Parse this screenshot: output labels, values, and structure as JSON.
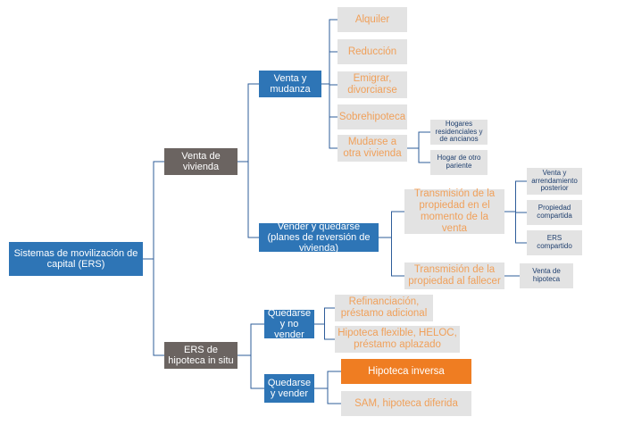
{
  "root": "Sistemas de movilización de capital (ERS)",
  "l1": {
    "venta_vivienda": "Venta de vivienda",
    "ers_hipoteca": "ERS de hipoteca in situ"
  },
  "l2": {
    "venta_mudanza": "Venta y mudanza",
    "vender_quedarse": "Vender y quedarse (planes de reversión de vivienda)",
    "quedarse_no_vender": "Quedarse y no vender",
    "quedarse_vender": "Quedarse y vender"
  },
  "l3": {
    "alquiler": "Alquiler",
    "reduccion": "Reducción",
    "emigrar": "Emigrar, divorciarse",
    "sobrehipoteca": "Sobrehipoteca",
    "mudarse": "Mudarse a otra vivienda",
    "transmision_venta": "Transmisión de la propiedad en el momento de la venta",
    "transmision_fallecer": "Transmisión de la propiedad al fallecer",
    "refinanciacion": "Refinanciación, préstamo adicional",
    "hipoteca_flexible": "Hipoteca flexible, HELOC, préstamo aplazado",
    "hipoteca_inversa": "Hipoteca inversa",
    "sam": "SAM, hipoteca diferida"
  },
  "l4": {
    "hogares_residenciales": "Hogares residenciales y de ancianos",
    "hogar_pariente": "Hogar de otro pariente",
    "venta_arrendamiento": "Venta y arrendamiento posterior",
    "propiedad_compartida": "Propiedad compartida",
    "ers_compartido": "ERS compartido",
    "venta_hipoteca": "Venta de hipoteca"
  },
  "colors": {
    "blue": "#2e75b6",
    "gray": "#6b6461",
    "light_gray": "#e3e3e3",
    "orange_text": "#f0a05a",
    "highlight": "#ef7d22",
    "connector": "#2e5c9a"
  }
}
